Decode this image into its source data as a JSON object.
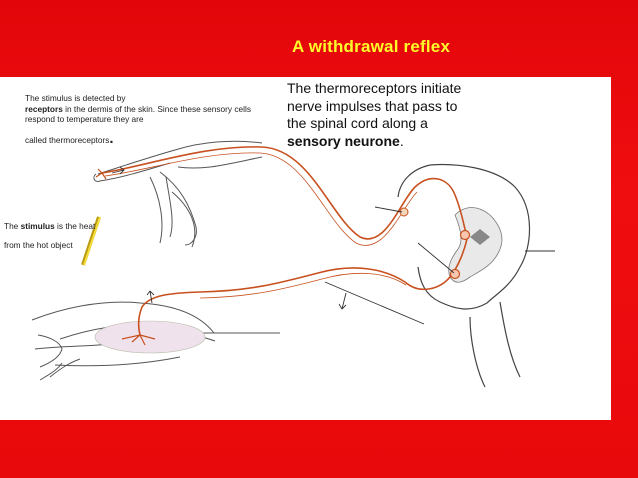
{
  "slide": {
    "title": "A withdrawal reflex",
    "colors": {
      "background": "#e9070b",
      "title": "#fffb2a",
      "panel": "#ffffff",
      "nerve": "#c8501e"
    }
  },
  "captions": {
    "receptors_part1": "The stimulus is detected by",
    "receptors_bold": "receptors",
    "receptors_part2": "in the dermis of the skin. Since these sensory cells respond to temperature they are",
    "receptors_part3": "called thermoreceptors",
    "receptors_end": ".",
    "stimulus_part1": "The",
    "stimulus_bold": "stimulus",
    "stimulus_part2": "is the heat",
    "stimulus_part3": "from the hot object"
  },
  "main_text": {
    "part1": "The thermoreceptors initiate nerve impulses that pass to the spinal cord along a",
    "bold": "sensory neurone",
    "end": "."
  }
}
